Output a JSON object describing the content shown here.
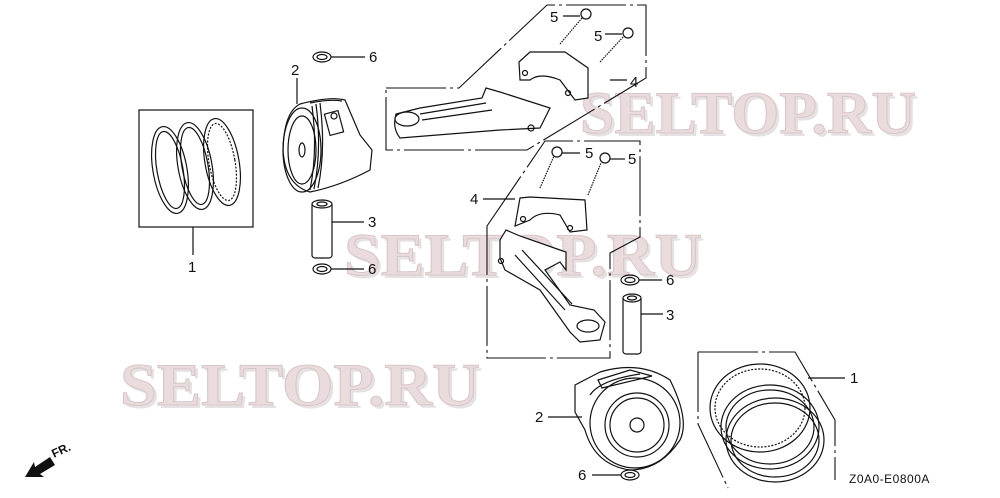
{
  "diagram": {
    "type": "exploded-parts-diagram",
    "subject": "piston / connecting rod assembly",
    "drawing_code": "Z0A0-E0800A",
    "direction_marker": {
      "label": "FR.",
      "icon": "front-direction-arrow-icon"
    },
    "watermarks": [
      {
        "text": "SELTOP.RU",
        "position": "top-right"
      },
      {
        "text": "SELTOP.RU",
        "position": "center"
      },
      {
        "text": "SELTOP.RU",
        "position": "bottom-left"
      }
    ],
    "callouts": [
      {
        "id": "c1a",
        "label": "1",
        "part": "piston-ring-set",
        "group": "upper-left"
      },
      {
        "id": "c2a",
        "label": "2",
        "part": "piston",
        "group": "upper-left"
      },
      {
        "id": "c3a",
        "label": "3",
        "part": "piston-pin",
        "group": "upper-left"
      },
      {
        "id": "c6a",
        "label": "6",
        "part": "piston-pin-clip",
        "group": "upper-left-top"
      },
      {
        "id": "c6b",
        "label": "6",
        "part": "piston-pin-clip",
        "group": "upper-left-bottom"
      },
      {
        "id": "c4a",
        "label": "4",
        "part": "connecting-rod",
        "group": "upper-right"
      },
      {
        "id": "c5a",
        "label": "5",
        "part": "connecting-rod-bolt",
        "group": "upper-right-1"
      },
      {
        "id": "c5b",
        "label": "5",
        "part": "connecting-rod-bolt",
        "group": "upper-right-2"
      },
      {
        "id": "c4b",
        "label": "4",
        "part": "connecting-rod",
        "group": "middle"
      },
      {
        "id": "c5c",
        "label": "5",
        "part": "connecting-rod-bolt",
        "group": "middle-1"
      },
      {
        "id": "c5d",
        "label": "5",
        "part": "connecting-rod-bolt",
        "group": "middle-2"
      },
      {
        "id": "c6c",
        "label": "6",
        "part": "piston-pin-clip",
        "group": "middle-right"
      },
      {
        "id": "c3b",
        "label": "3",
        "part": "piston-pin",
        "group": "middle-right"
      },
      {
        "id": "c2b",
        "label": "2",
        "part": "piston",
        "group": "lower"
      },
      {
        "id": "c6d",
        "label": "6",
        "part": "piston-pin-clip",
        "group": "lower"
      },
      {
        "id": "c1b",
        "label": "1",
        "part": "piston-ring-set",
        "group": "lower-right"
      }
    ]
  }
}
